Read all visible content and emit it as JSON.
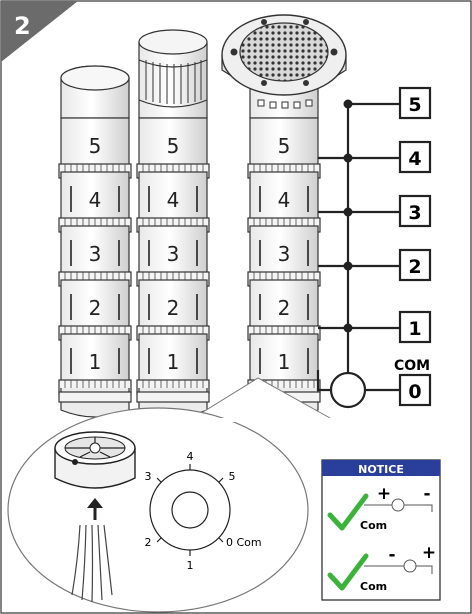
{
  "step_badge": "2",
  "tower_levels": [
    "5",
    "4",
    "3",
    "2",
    "1"
  ],
  "terminals": [
    "5",
    "4",
    "3",
    "2",
    "1"
  ],
  "com_terminal": {
    "title": "COM",
    "value": "0"
  },
  "dial": {
    "labels": [
      "4",
      "3",
      "5",
      "2",
      "0 Com",
      "1"
    ]
  },
  "notice": {
    "title": "NOTICE",
    "rows": [
      {
        "signs": [
          "+",
          "-"
        ],
        "label": "Com"
      },
      {
        "signs": [
          "-",
          "+"
        ],
        "label": "Com"
      }
    ],
    "check_color": "#3bb33b",
    "header_color": "#2a3f9b"
  },
  "colors": {
    "badge": "#6b6b6b",
    "line": "#222222"
  }
}
